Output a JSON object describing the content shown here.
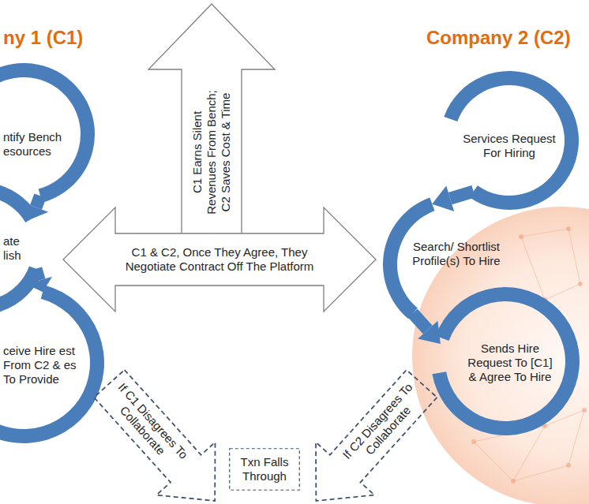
{
  "diagram": {
    "nodes": [
      {
        "text": [
          "ntify Bench esources"
        ]
      },
      {
        "text": [
          "ate lish"
        ]
      },
      {
        "text": [
          "ceive Hire est From C2 & es To Provide"
        ]
      },
      {
        "text": [
          "C1 Earns Silent Revenues From Bench; C2 Saves Cost & Time"
        ]
      },
      {
        "text": [
          "C1 & C2, Once They Agree, They Negotiate Contract Off The Platform"
        ]
      },
      {
        "text": [
          "Services Request For Hiring"
        ]
      },
      {
        "text": [
          "Search/ Shortlist Profile(s) To Hire"
        ]
      },
      {
        "text": [
          "Sends Hire Request To [C1] & Agree To Hire"
        ]
      },
      {
        "text": [
          "If C1 Disagrees To Collaborate"
        ]
      },
      {
        "text": [
          "Txn Falls Through"
        ]
      },
      {
        "text": [
          "If C2 Disagrees To Collaborate"
        ]
      }
    ],
    "edges": [
      {
        "from": 0,
        "to": 1,
        "arrow": "to"
      },
      {
        "from": 1,
        "to": 2,
        "arrow": "to"
      },
      {
        "from": 5,
        "to": 6,
        "arrow": "to"
      },
      {
        "from": 6,
        "to": 7,
        "arrow": "to"
      }
    ],
    "labels": [
      "ny 1 (C1)",
      "Company 2 (C2)"
    ]
  }
}
